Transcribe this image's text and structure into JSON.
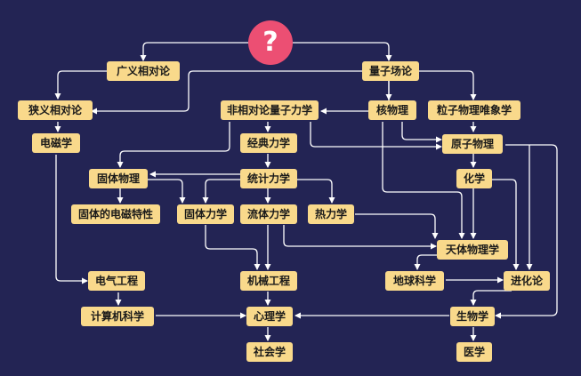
{
  "root_symbol": "?",
  "colors": {
    "background": "#232454",
    "node_fill": "#f9d98b",
    "root_fill": "#ec4f73",
    "edge": "#ffffff"
  },
  "nodes": {
    "general_relativity": "广义相对论",
    "quantum_field_theory": "量子场论",
    "special_relativity": "狭义相对论",
    "nonrel_qm": "非相对论量子力学",
    "nuclear_physics": "核物理",
    "particle_phenomenology": "粒子物理唯象学",
    "electromagnetism": "电磁学",
    "classical_mechanics": "经典力学",
    "atomic_physics": "原子物理",
    "solid_state_physics": "固体物理",
    "statistical_mechanics": "统计力学",
    "chemistry": "化学",
    "em_properties_of_solids": "固体的电磁特性",
    "solid_mechanics": "固体力学",
    "fluid_mechanics": "流体力学",
    "thermodynamics": "热力学",
    "astrophysics": "天体物理学",
    "electrical_engineering": "电气工程",
    "mechanical_engineering": "机械工程",
    "earth_science": "地球科学",
    "evolution": "进化论",
    "computer_science": "计算机科学",
    "psychology": "心理学",
    "biology": "生物学",
    "sociology": "社会学",
    "medicine": "医学"
  }
}
